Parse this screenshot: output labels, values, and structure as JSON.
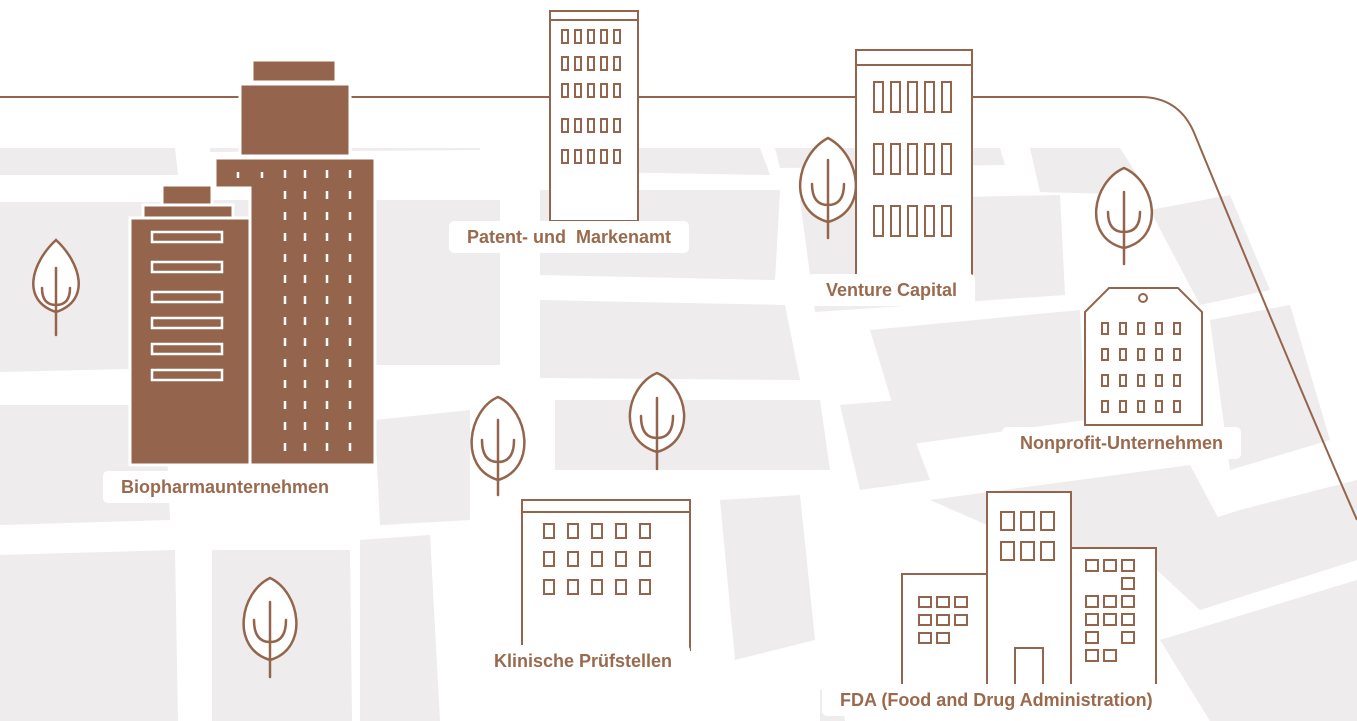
{
  "colors": {
    "brown": "#94654c",
    "brown_text": "#9a6a4e",
    "block": "#eeecec",
    "street": "#ffffff"
  },
  "labels": {
    "biopharma": "Biopharmaunternehmen",
    "patent_office": "Patent- und  Markenamt",
    "venture_capital": "Venture Capital",
    "nonprofit": "Nonprofit-Unternehmen",
    "clinical_sites": "Klinische Prüfstellen",
    "fda": "FDA (Food and Drug Administration)"
  },
  "icons": [
    "tree-icon",
    "office-building-icon",
    "skyscraper-icon",
    "government-building-icon"
  ]
}
